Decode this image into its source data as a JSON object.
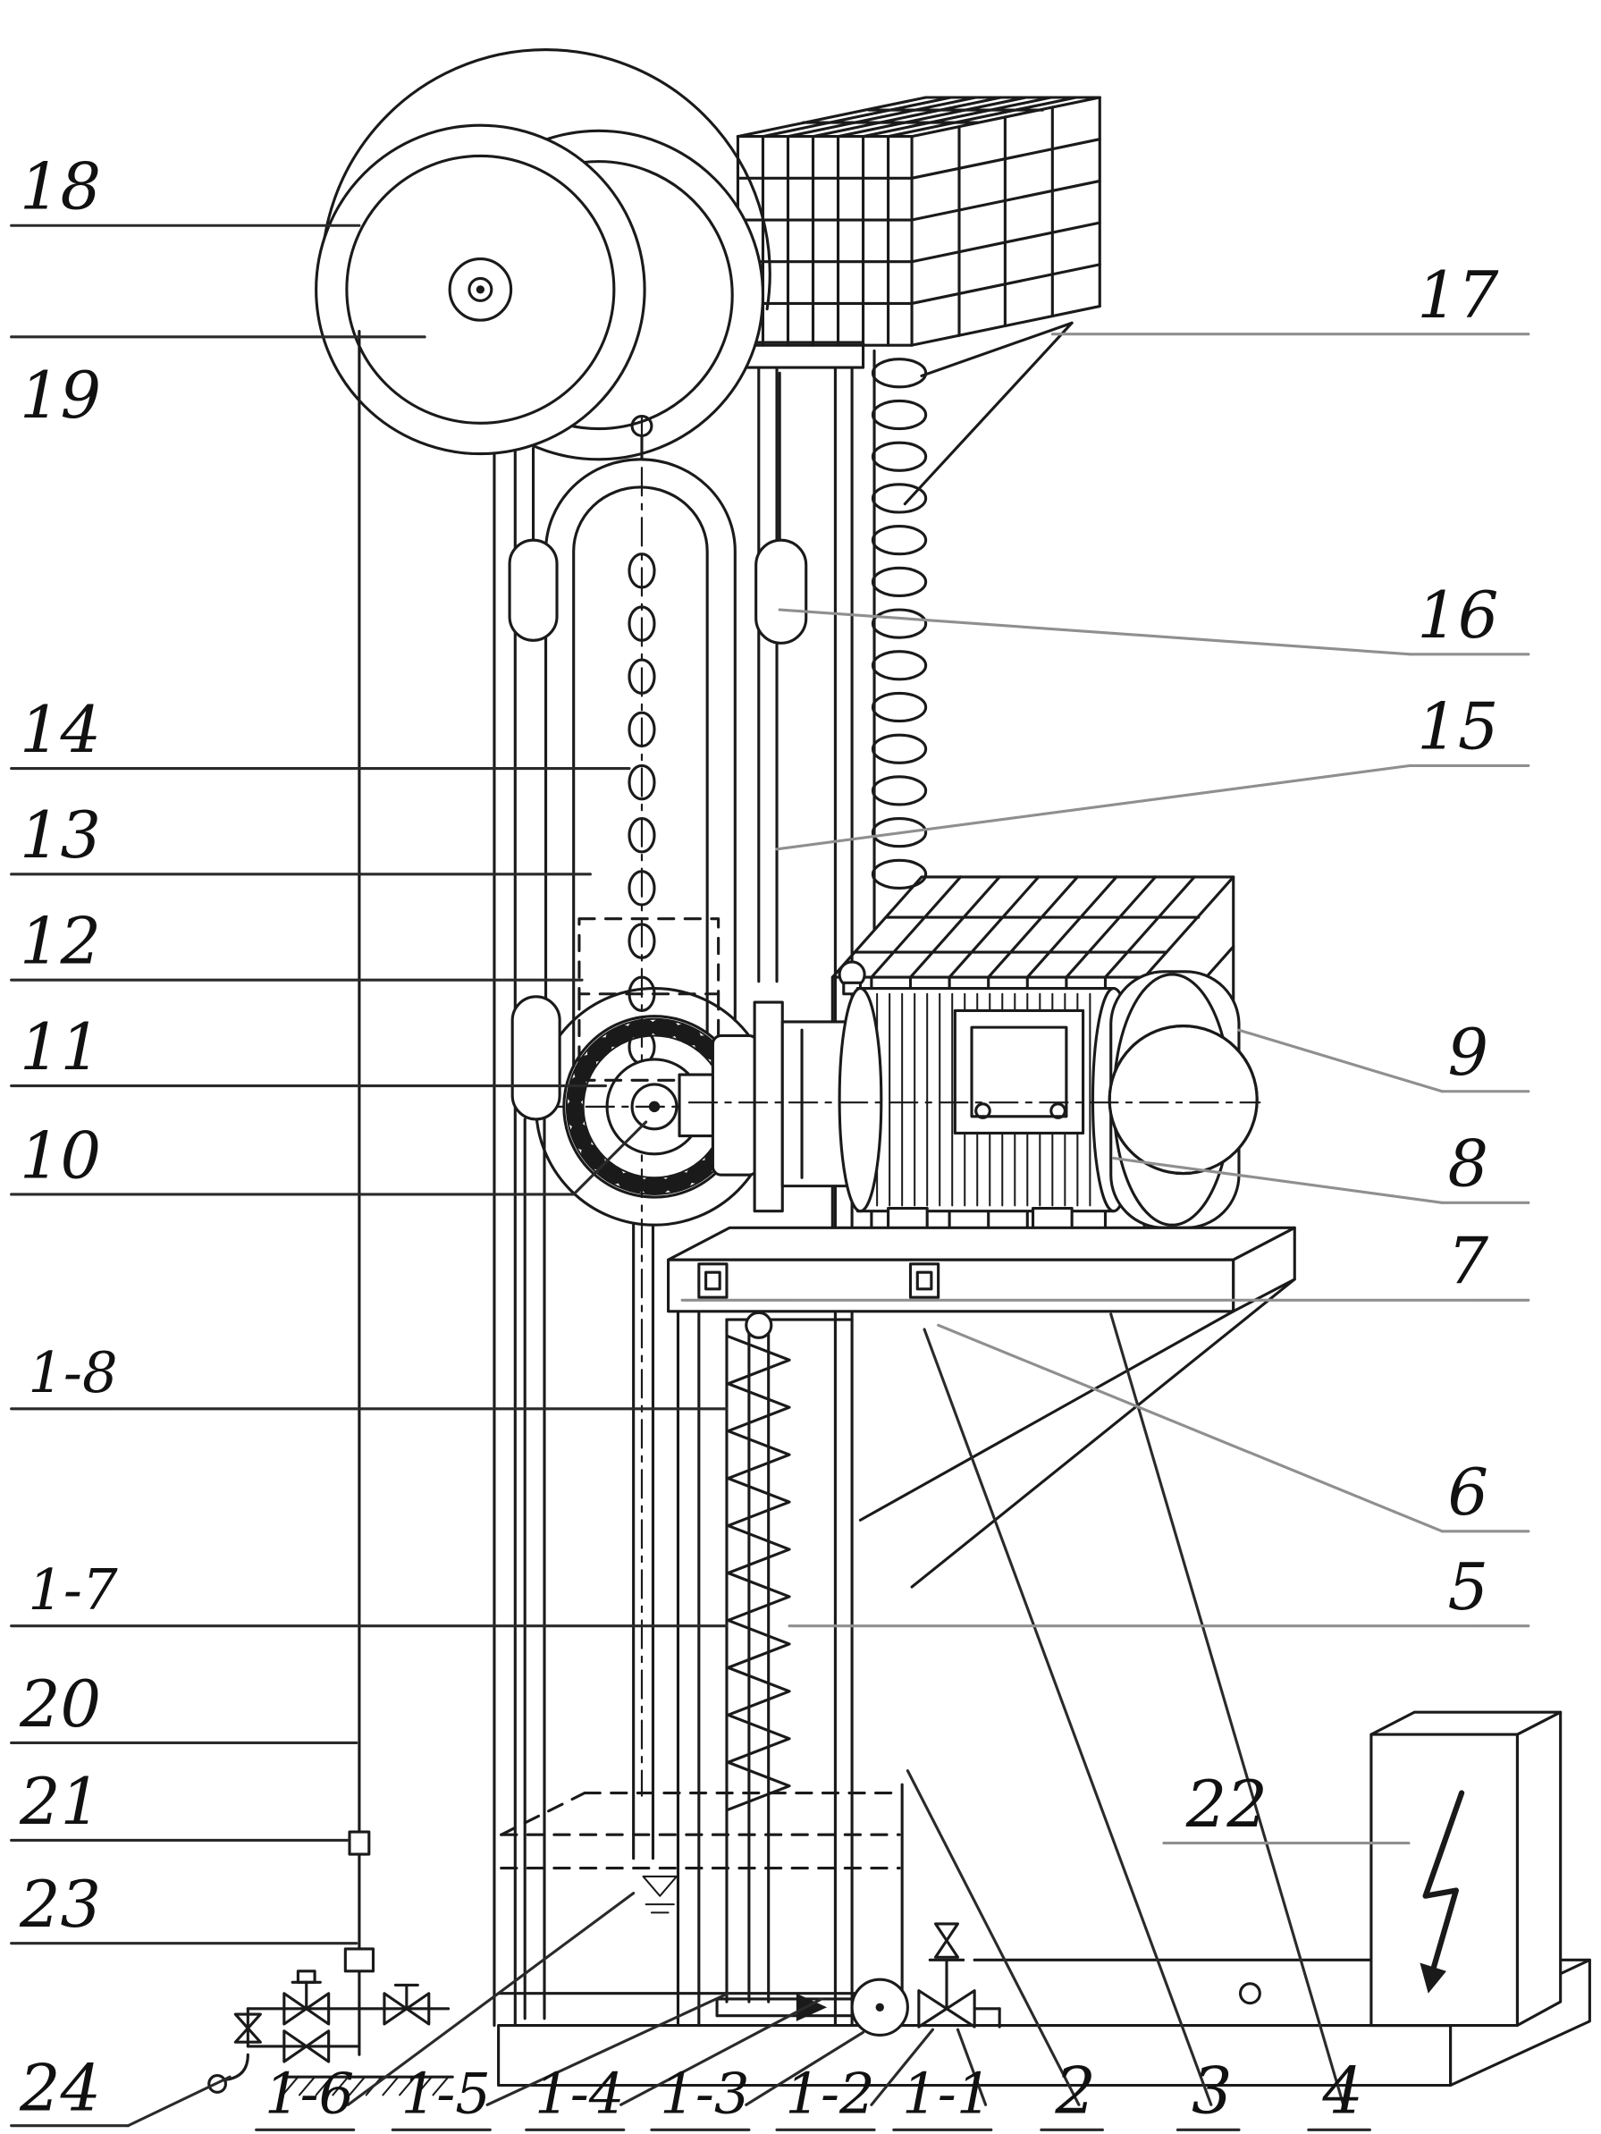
{
  "colors": {
    "background": "#ffffff",
    "line": "#1a1a1a",
    "leader_gray": "#8f8f8f"
  },
  "diagram": {
    "labels": {
      "left": [
        "18",
        "19",
        "14",
        "13",
        "12",
        "11",
        "10",
        "1-8",
        "1-7",
        "20",
        "21",
        "23",
        "24"
      ],
      "bottom": [
        "1-6",
        "1-5",
        "1-4",
        "1-3",
        "1-2",
        "1-1",
        "2",
        "3",
        "4"
      ],
      "right": [
        "17",
        "16",
        "15",
        "9",
        "8",
        "7",
        "6",
        "5",
        "22"
      ]
    }
  }
}
